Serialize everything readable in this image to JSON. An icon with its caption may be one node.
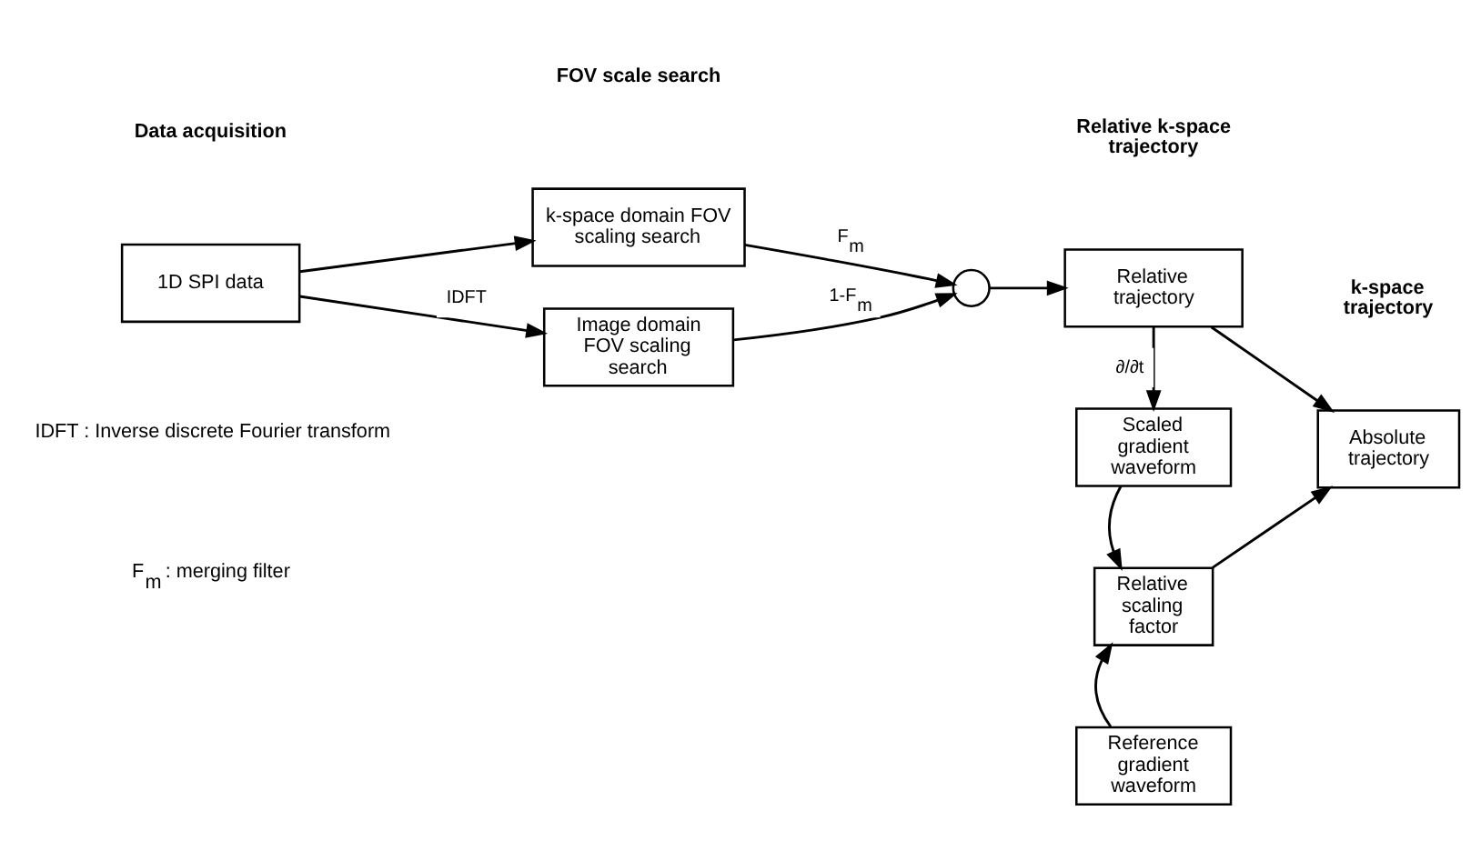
{
  "diagram": {
    "nodes": [
      {
        "text": [
          "1D SPI data"
        ]
      },
      {
        "text": [
          "k-space domain FOV scaling search"
        ]
      },
      {
        "text": [
          "Image domain FOV scaling search"
        ]
      },
      {
        "text": [],
        "shape": "circle"
      },
      {
        "text": [
          "Relative trajectory"
        ]
      },
      {
        "text": [
          "Absolute trajectory"
        ]
      },
      {
        "text": [
          "Scaled gradient waveform"
        ]
      },
      {
        "text": [
          "Relative scaling factor"
        ]
      },
      {
        "text": [
          "Reference gradient waveform"
        ]
      }
    ],
    "edges": [
      {
        "from": 0,
        "to": 1,
        "arrow": "to"
      },
      {
        "from": 0,
        "to": 2,
        "arrow": "to",
        "label": "IDFT"
      },
      {
        "from": 1,
        "to": 3,
        "arrow": "to",
        "label": "F$_{m}$"
      },
      {
        "from": 2,
        "to": 3,
        "arrow": "to",
        "label": "1-F$_{m}$"
      },
      {
        "from": 3,
        "to": 4,
        "arrow": "to"
      },
      {
        "from": 4,
        "to": 5,
        "arrow": "to"
      },
      {
        "from": 4,
        "to": 6,
        "arrow": "to",
        "label": "∂/∂t"
      },
      {
        "from": 6,
        "to": 7,
        "arrow": "to"
      },
      {
        "from": 8,
        "to": 7,
        "arrow": "to"
      },
      {
        "from": 7,
        "to": 5,
        "arrow": "to"
      }
    ],
    "labels": [
      "Data acquisition",
      "FOV scale search",
      "Relative k-space trajectory",
      "k-space trajectory",
      "IDFT : Inverse discrete Fourier transform",
      "F$_{m}$ : merging filter"
    ]
  }
}
